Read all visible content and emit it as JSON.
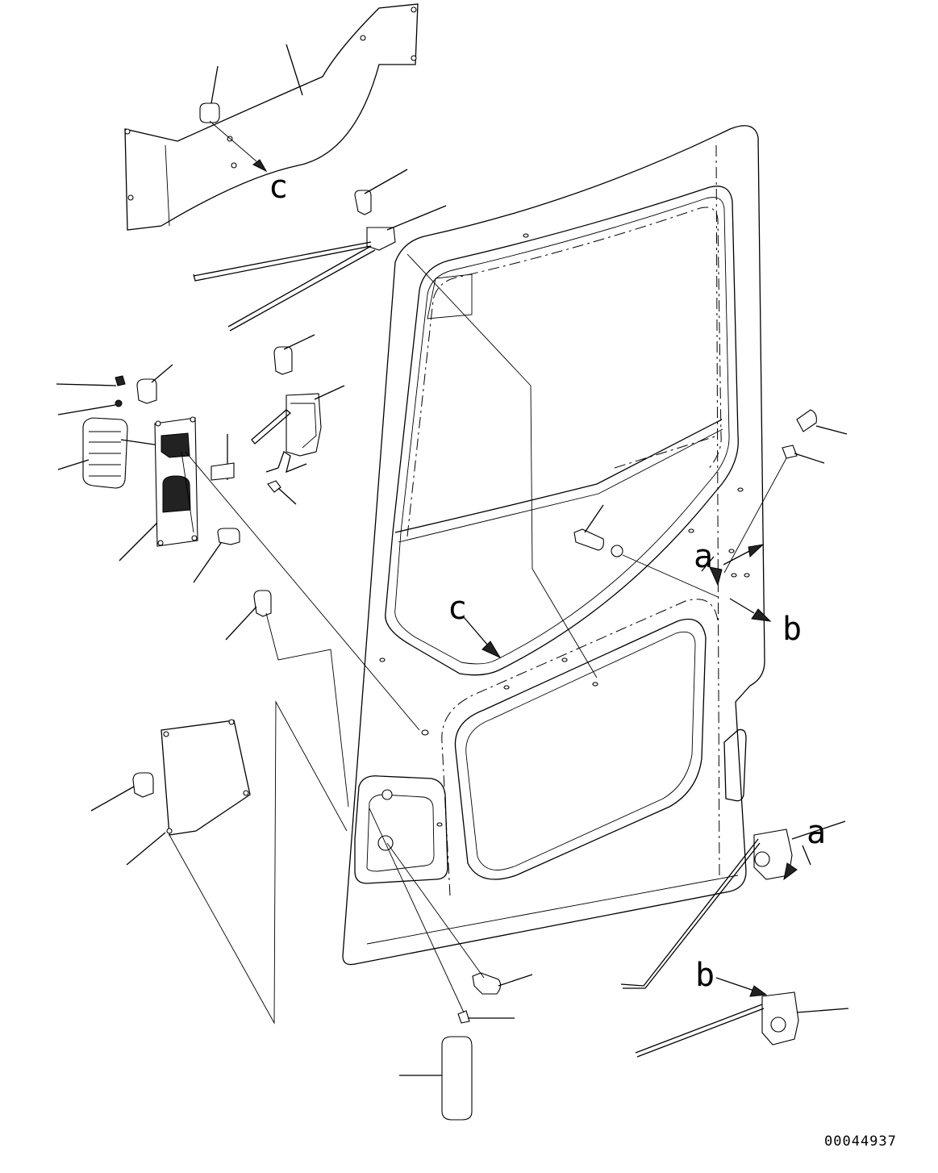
{
  "labels": {
    "a": "a",
    "b": "b",
    "c": "c"
  },
  "drawing_code": "00044937"
}
